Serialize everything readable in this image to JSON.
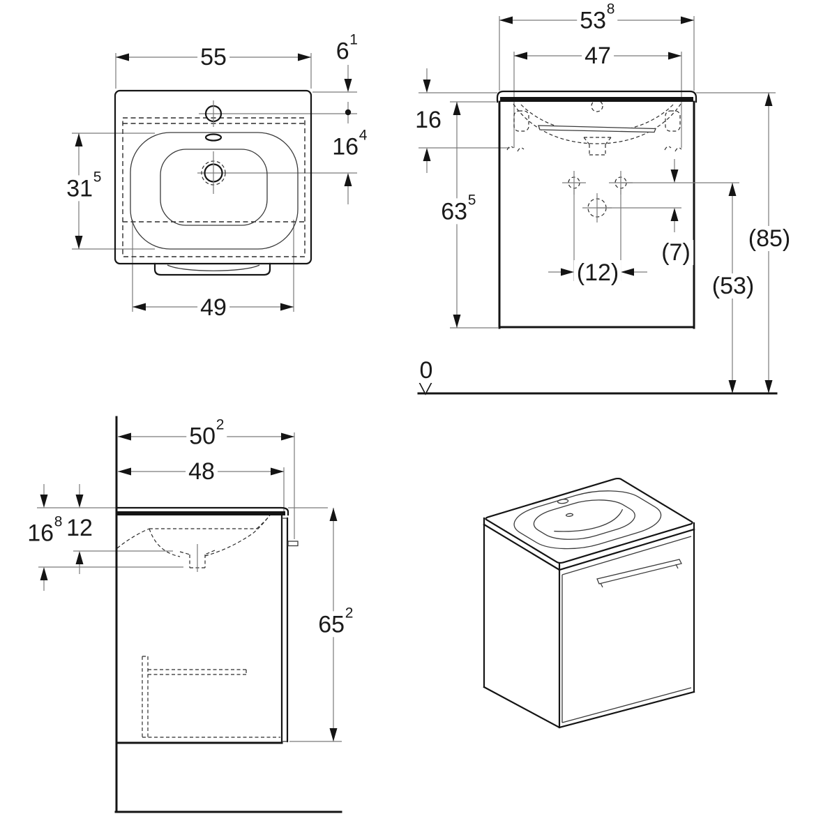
{
  "colors": {
    "line": "#141414",
    "thin_line": "#7a7a7a",
    "background": "#ffffff"
  },
  "views": {
    "top_view": {
      "dims": {
        "overall_width": {
          "v": "55"
        },
        "tap_hole_offset": {
          "v": "6",
          "sup": "1"
        },
        "tap_to_drain": {
          "v": "16",
          "sup": "4"
        },
        "bowl_depth": {
          "v": "31",
          "sup": "5"
        },
        "bowl_width": {
          "v": "49"
        }
      }
    },
    "front_view": {
      "dims": {
        "cabinet_width": {
          "v": "53",
          "sup": "8"
        },
        "clear_width": {
          "v": "47"
        },
        "top_to_bracket": {
          "v": "16"
        },
        "cabinet_height": {
          "v": "63",
          "sup": "5"
        },
        "screw_to_outlet": {
          "v": "(7)"
        },
        "screw_spacing": {
          "v": "(12)"
        },
        "outlet_height": {
          "v": "(53)"
        },
        "rim_height": {
          "v": "(85)"
        },
        "floor_datum": {
          "v": "0"
        }
      }
    },
    "side_view": {
      "dims": {
        "depth_incl_handle": {
          "v": "50",
          "sup": "2"
        },
        "cabinet_depth": {
          "v": "48"
        },
        "top_to_trap": {
          "v": "16",
          "sup": "8"
        },
        "top_to_bowl": {
          "v": "12"
        },
        "unit_height": {
          "v": "65",
          "sup": "2"
        }
      }
    }
  }
}
